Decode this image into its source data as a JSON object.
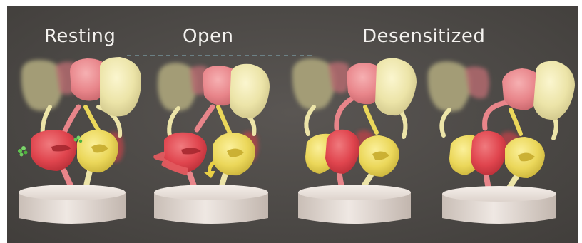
{
  "figure": {
    "states": [
      {
        "label": "Resting"
      },
      {
        "label": "Open"
      },
      {
        "label": "Desensitized"
      }
    ],
    "colors": {
      "background": "#4b4845",
      "red_domain": "#e0454e",
      "pink_domain": "#e8858a",
      "yellow_domain": "#ebd75a",
      "cream_domain": "#ece4a8",
      "olive_domain": "#a39c76",
      "pedestal": "#e9e0da",
      "agonist": "#5fc84f",
      "arrow_red": "#e35a5f",
      "arrow_yellow": "#e9cf45"
    },
    "icons": {
      "agonist": "agonist-molecule-icon",
      "rotation_arrow": "rotation-arrow-icon"
    }
  }
}
